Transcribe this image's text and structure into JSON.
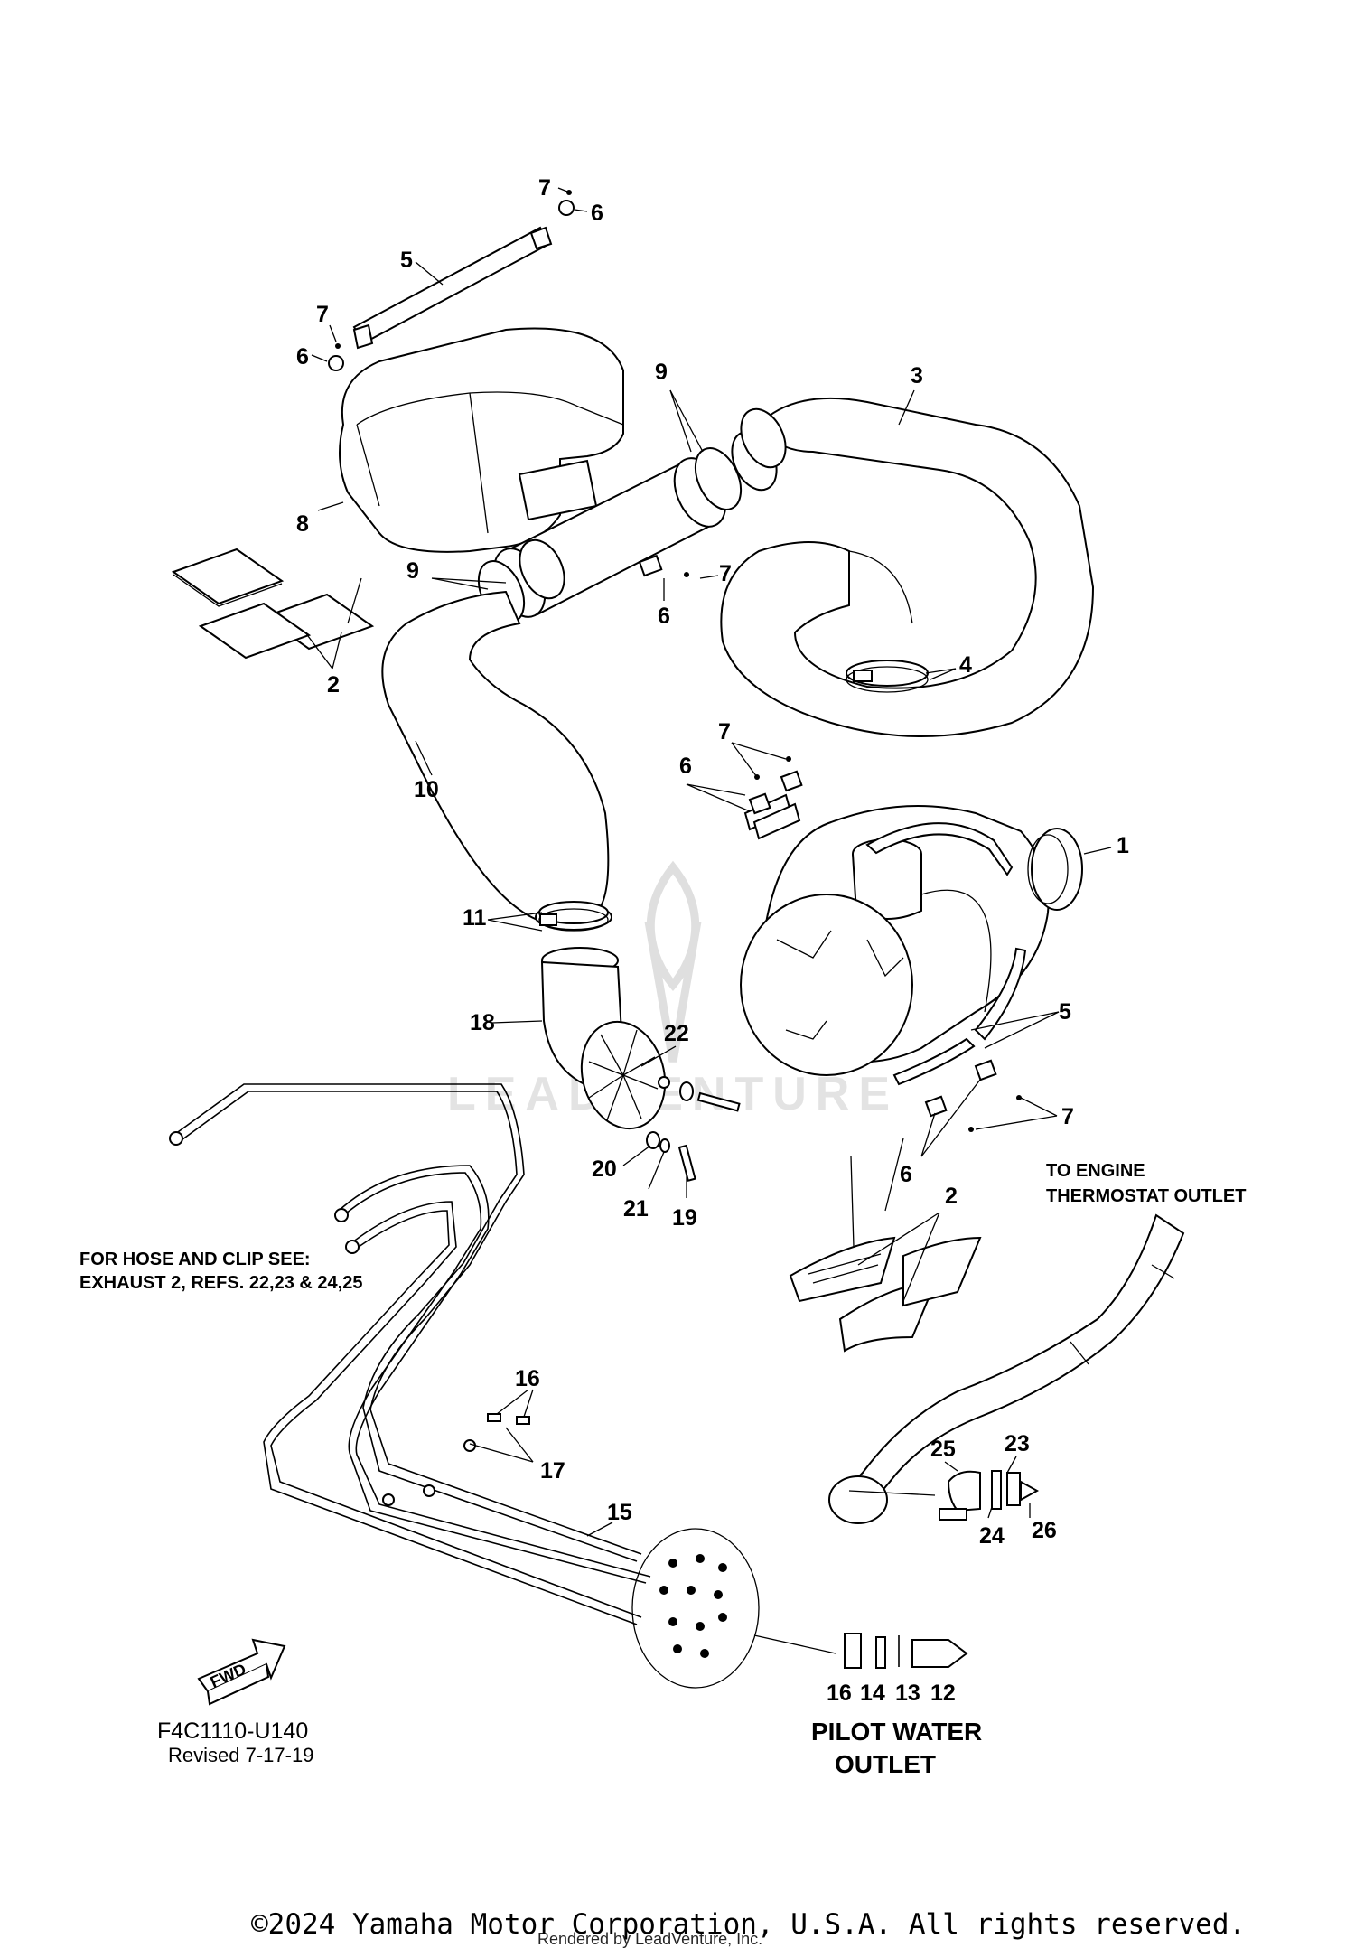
{
  "callouts": [
    {
      "text": "7"
    },
    {
      "text": "6"
    },
    {
      "text": "5"
    },
    {
      "text": "7"
    },
    {
      "text": "6"
    },
    {
      "text": "9"
    },
    {
      "text": "3"
    },
    {
      "text": "8"
    },
    {
      "text": "9"
    },
    {
      "text": "7"
    },
    {
      "text": "6"
    },
    {
      "text": "2"
    },
    {
      "text": "4"
    },
    {
      "text": "7"
    },
    {
      "text": "6"
    },
    {
      "text": "10"
    },
    {
      "text": "1"
    },
    {
      "text": "11"
    },
    {
      "text": "18"
    },
    {
      "text": "22"
    },
    {
      "text": "5"
    },
    {
      "text": "7"
    },
    {
      "text": "6"
    },
    {
      "text": "20"
    },
    {
      "text": "21"
    },
    {
      "text": "19"
    },
    {
      "text": "2"
    },
    {
      "text": "16"
    },
    {
      "text": "17"
    },
    {
      "text": "15"
    },
    {
      "text": "25"
    },
    {
      "text": "23"
    },
    {
      "text": "24"
    },
    {
      "text": "26"
    },
    {
      "text": "16"
    },
    {
      "text": "14"
    },
    {
      "text": "13"
    },
    {
      "text": "12"
    }
  ],
  "notes": {
    "engine_line1": "TO ENGINE",
    "engine_line2": "THERMOSTAT OUTLET",
    "hose_line1": "FOR HOSE AND CLIP SEE:",
    "hose_line2": "EXHAUST 2, REFS. 22,23 & 24,25",
    "pilot_line1": "PILOT WATER",
    "pilot_line2": "OUTLET",
    "fwd": "FWD"
  },
  "footer": {
    "drawing_code": "F4C1110-U140",
    "revised": "Revised 7-17-19",
    "copyright": "©2024 Yamaha Motor Corporation, U.S.A. All rights reserved.",
    "rendered_by": "Rendered by LeadVenture, Inc."
  },
  "watermark": {
    "text": "LEADVENTURE",
    "color": "#d8d8d8"
  }
}
